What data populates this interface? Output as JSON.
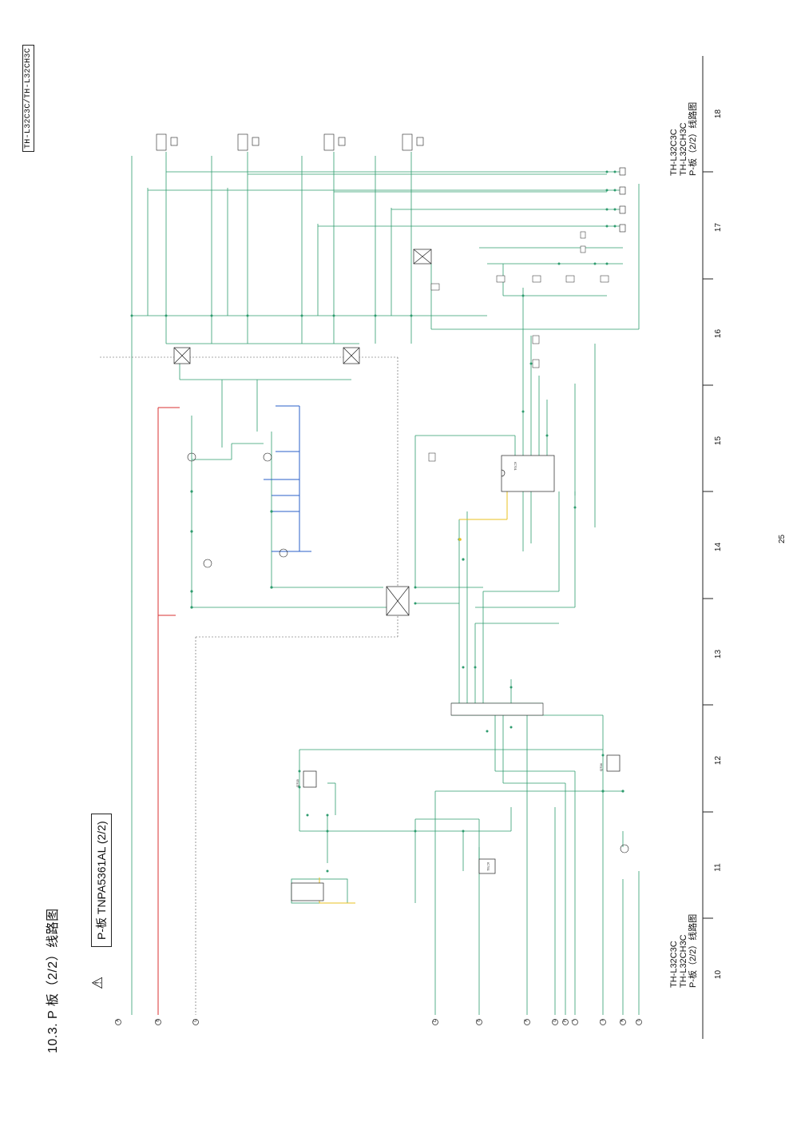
{
  "header": {
    "model_badge": "TH-L32C3C/TH-L32CH3C",
    "section_title": "10.3.  P 板（2/2）线路图",
    "board_label": "P-板 TNPA5361AL (2/2)",
    "warning_symbol": "⚠"
  },
  "title_block": {
    "line1": "TH-L32C3C",
    "line2": "TH-L32CH3C",
    "line3": "P-板（2/2）线路图"
  },
  "page_number": "25",
  "grid_columns": [
    "10",
    "11",
    "12",
    "13",
    "14",
    "15",
    "16",
    "17",
    "18"
  ],
  "connectors_bottom": [
    "A",
    "B",
    "C",
    "D",
    "E",
    "F",
    "G",
    "H",
    "I",
    "J",
    "K",
    "L"
  ],
  "components": {
    "ic_main": "IC701",
    "ic_reg": "IC751",
    "q_left": "Q703",
    "q_right": "Q704"
  },
  "colors": {
    "wire_green": "#2e9c6e",
    "wire_red": "#d93030",
    "wire_blue": "#2a5fc9",
    "wire_yellow": "#e8c020",
    "ink": "#222222"
  }
}
